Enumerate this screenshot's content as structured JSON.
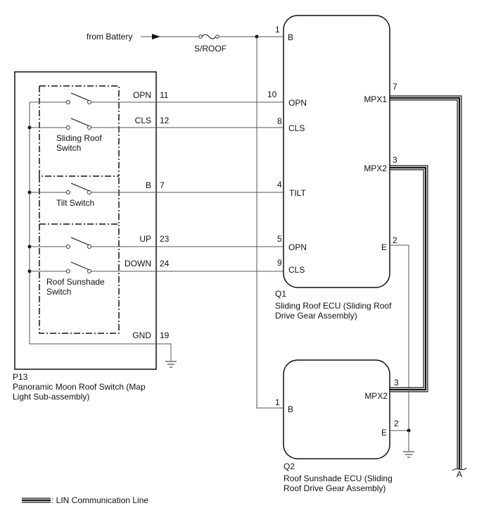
{
  "source": {
    "label": "from Battery",
    "fuse": "S/ROOF"
  },
  "p13": {
    "code": "P13",
    "name_line1": "Panoramic Moon Roof Switch (Map",
    "name_line2": "Light Sub-assembly)",
    "sliding_switch_line1": "Sliding Roof",
    "sliding_switch_line2": "Switch",
    "tilt_switch": "Tilt Switch",
    "sunshade_switch_line1": "Roof Sunshade",
    "sunshade_switch_line2": "Switch",
    "pins": [
      {
        "name": "OPN",
        "num": "11"
      },
      {
        "name": "CLS",
        "num": "12"
      },
      {
        "name": "B",
        "num": "7"
      },
      {
        "name": "UP",
        "num": "23"
      },
      {
        "name": "DOWN",
        "num": "24"
      },
      {
        "name": "GND",
        "num": "19"
      }
    ]
  },
  "q1": {
    "code": "Q1",
    "name_line1": "Sliding Roof ECU (Sliding Roof",
    "name_line2": "Drive Gear Assembly)",
    "left_pins": [
      {
        "name": "B",
        "num": "1"
      },
      {
        "name": "OPN",
        "num": "10"
      },
      {
        "name": "CLS",
        "num": "8"
      },
      {
        "name": "TILT",
        "num": "4"
      },
      {
        "name": "OPN",
        "num": "5"
      },
      {
        "name": "CLS",
        "num": "9"
      }
    ],
    "right_pins": [
      {
        "name": "MPX1",
        "num": "7"
      },
      {
        "name": "MPX2",
        "num": "3"
      },
      {
        "name": "E",
        "num": "2"
      }
    ]
  },
  "q2": {
    "code": "Q2",
    "name_line1": "Roof Sunshade ECU (Sliding",
    "name_line2": "Roof Drive Gear Assembly)",
    "left_pins": [
      {
        "name": "B",
        "num": "1"
      }
    ],
    "right_pins": [
      {
        "name": "MPX2",
        "num": "3"
      },
      {
        "name": "E",
        "num": "2"
      }
    ]
  },
  "connector_a": "A",
  "legend": {
    "text": ": LIN Communication Line"
  }
}
